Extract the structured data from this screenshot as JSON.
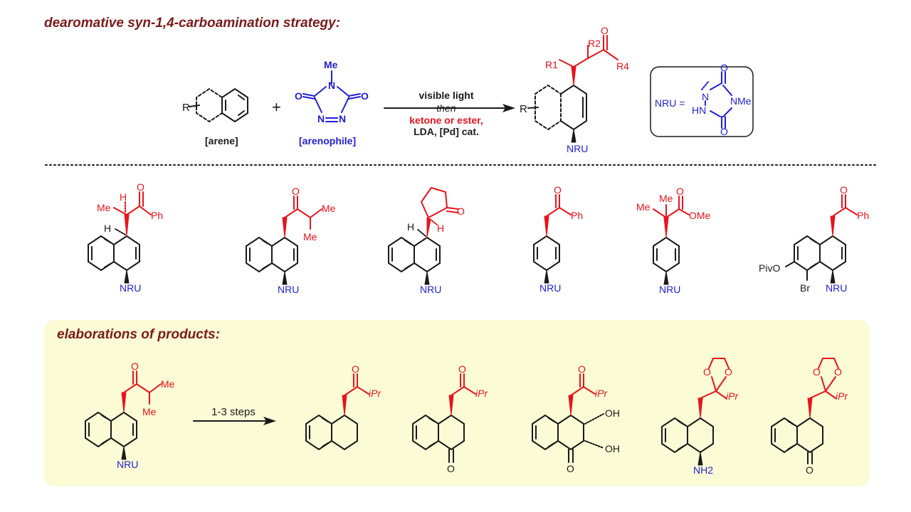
{
  "header": {
    "title": "dearomative syn-1,4-carboamination strategy:"
  },
  "scheme": {
    "r_label": "R",
    "plus": "+",
    "arene_label": "[arene]",
    "arenophile_label": "[arenophile]",
    "me_label": "Me",
    "o_label": "O",
    "n_label": "N",
    "cond_line1": "visible light",
    "cond_line2": "then",
    "cond_line3": "ketone or ester,",
    "cond_line4": "LDA, [Pd] cat.",
    "r1": "R1",
    "r2": "R2",
    "r4": "R4",
    "nru_eq": "NRU =",
    "hn_label": "HN",
    "nme_label": "NMe"
  },
  "examples": {
    "me": "Me",
    "h": "H",
    "ph": "Ph",
    "o": "O",
    "ome": "OMe",
    "pivo": "PivO",
    "br": "Br"
  },
  "elaborations": {
    "title": "elaborations of products:",
    "arrow_label": "1-3 steps",
    "me": "Me",
    "ipr": "iPr",
    "oh": "OH",
    "nh2": "NH2",
    "o": "O"
  },
  "nru": "NRU",
  "colors": {
    "title": "#7b1a1a",
    "red": "#e8141c",
    "blue": "#1f1fd4",
    "bond": "#1a1a1a",
    "box_bg": "#fbfbd6"
  }
}
